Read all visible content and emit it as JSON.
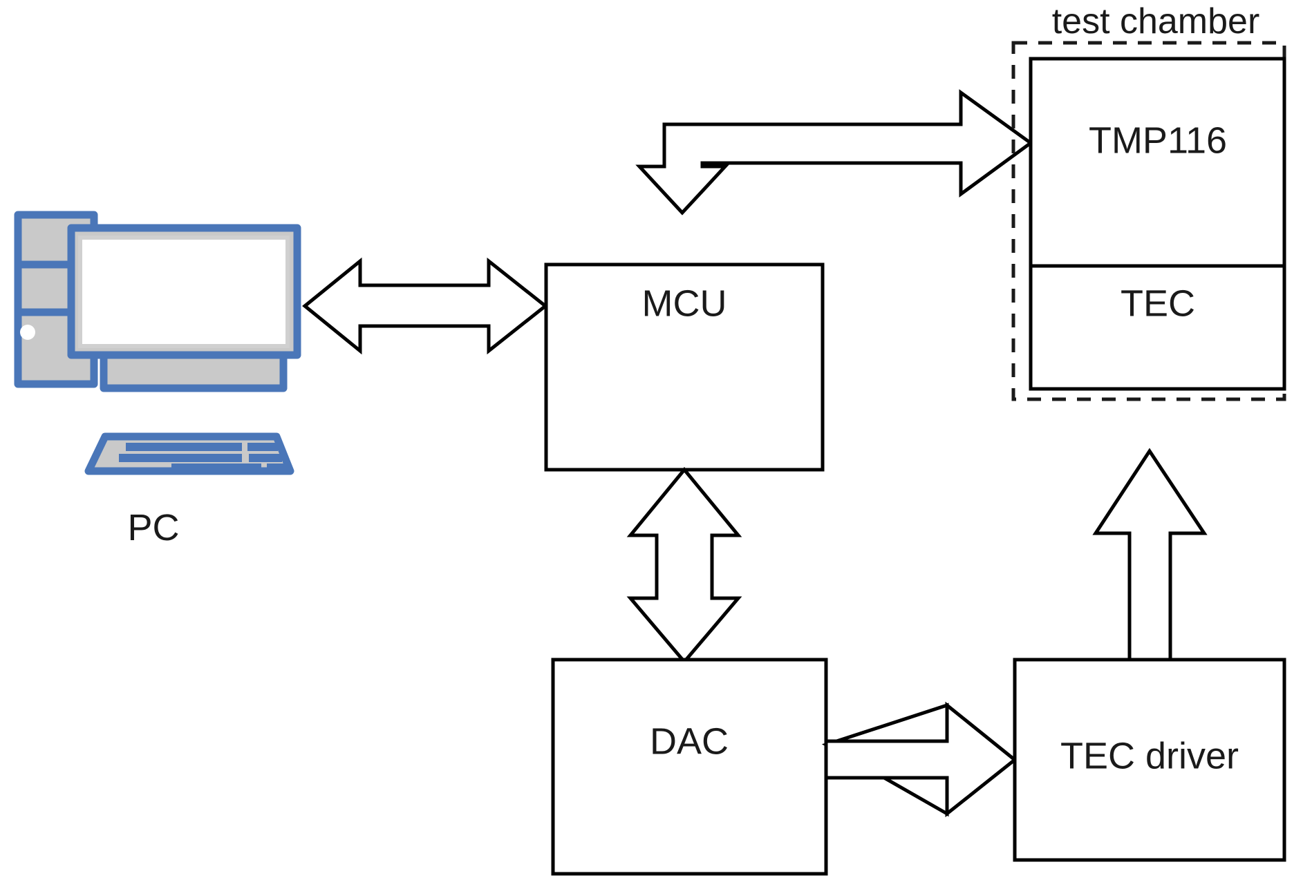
{
  "diagram": {
    "title_visible": false,
    "blocks": [
      {
        "id": "mcu",
        "label": "MCU"
      },
      {
        "id": "dac",
        "label": "DAC"
      },
      {
        "id": "tec_driver",
        "label": "TEC driver"
      },
      {
        "id": "tmp116",
        "label": "TMP116"
      },
      {
        "id": "tec",
        "label": "TEC"
      }
    ],
    "groups": [
      {
        "id": "test_chamber",
        "label": "test chamber",
        "contains": [
          "tmp116",
          "tec"
        ]
      }
    ],
    "devices": [
      {
        "id": "pc",
        "label": "PC",
        "kind": "desktop-computer-illustration"
      }
    ],
    "connections": [
      {
        "from": "pc",
        "to": "mcu",
        "style": "double-headed-block-arrow",
        "direction": "bidirectional"
      },
      {
        "from": "mcu",
        "to": "tmp116",
        "style": "bent-double-headed-block-arrow",
        "direction": "bidirectional"
      },
      {
        "from": "mcu",
        "to": "dac",
        "style": "double-headed-block-arrow",
        "direction": "bidirectional"
      },
      {
        "from": "dac",
        "to": "tec_driver",
        "style": "block-arrow",
        "direction": "forward"
      },
      {
        "from": "tec_driver",
        "to": "tec",
        "style": "block-arrow",
        "direction": "forward"
      }
    ],
    "colors": {
      "stroke": "#000000",
      "fill": "#ffffff",
      "pc_outline": "#4a76b8",
      "pc_body": "#c9c9c9",
      "chamber_stroke": "#1a1a1a",
      "text": "#1a1a1a"
    }
  }
}
